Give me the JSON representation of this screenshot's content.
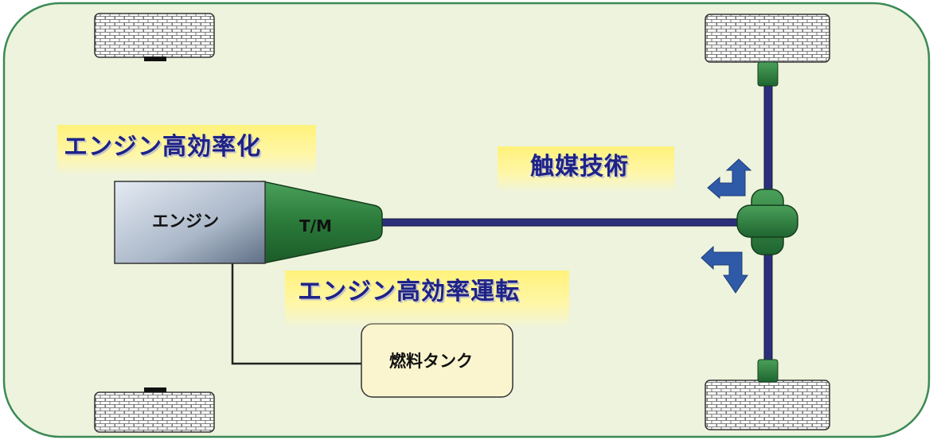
{
  "diagram": {
    "labels": {
      "engine": "エンジン",
      "transmission": "T/M",
      "fuel_tank": "燃料タンク"
    },
    "technologies": {
      "engine_efficiency": "エンジン高効率化",
      "catalyst": "触媒技術",
      "efficient_operation": "エンジン高効率運転"
    }
  },
  "colors": {
    "background": "#edf3dc",
    "border": "#3c8a55",
    "engine_block": "#b9c6d6",
    "transmission": "#2a7a3a",
    "shaft": "#2b2f7a",
    "arrow": "#2f5aa8",
    "fuel_tank": "#fbf5cf",
    "banner": "#fff27a",
    "banner_text": "#1e2288"
  }
}
